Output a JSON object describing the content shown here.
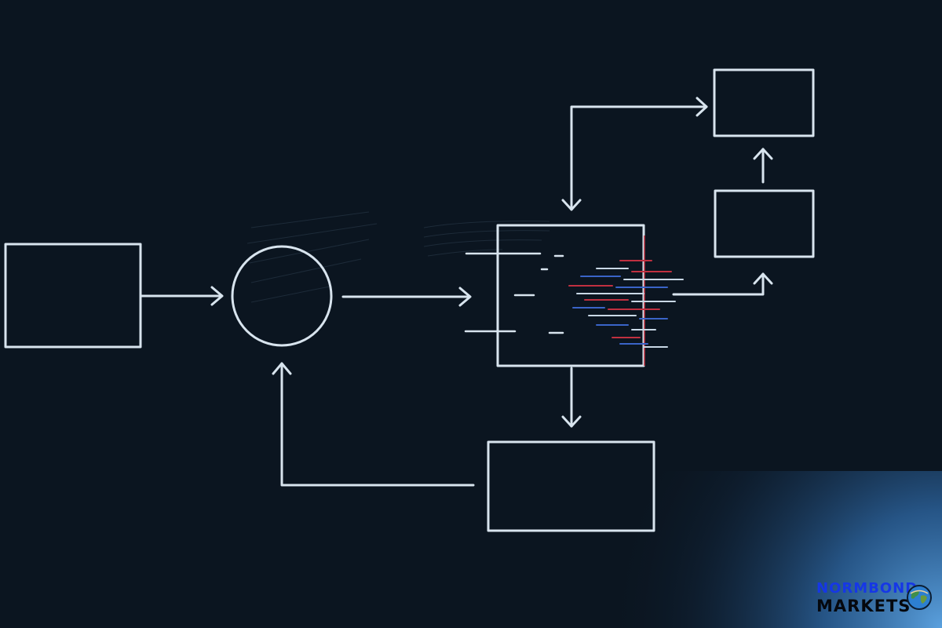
{
  "brand": {
    "line1": "NORMBOND",
    "line2": "MARKETS",
    "colors": {
      "line1": "#1637e6",
      "line2": "#05080e"
    },
    "icon": "globe-icon"
  },
  "diagram": {
    "background": "#0b1520",
    "stroke_color": "#d8e4ee",
    "nodes": [
      {
        "id": "input-box",
        "shape": "rectangle",
        "label": ""
      },
      {
        "id": "circle-node",
        "shape": "circle",
        "label": ""
      },
      {
        "id": "process-box",
        "shape": "rectangle",
        "label": ""
      },
      {
        "id": "bottom-box",
        "shape": "rectangle",
        "label": ""
      },
      {
        "id": "right-middle-box",
        "shape": "rectangle",
        "label": ""
      },
      {
        "id": "right-top-box",
        "shape": "rectangle",
        "label": ""
      }
    ],
    "edges": [
      {
        "from": "input-box",
        "to": "circle-node"
      },
      {
        "from": "circle-node",
        "to": "process-box"
      },
      {
        "from": "process-box",
        "to": "bottom-box"
      },
      {
        "from": "bottom-box",
        "to": "circle-node"
      },
      {
        "from": "process-box",
        "to": "right-middle-box"
      },
      {
        "from": "right-middle-box",
        "to": "right-top-box"
      },
      {
        "from": "process-box",
        "to": "right-top-box",
        "bidirectional": true
      }
    ]
  }
}
